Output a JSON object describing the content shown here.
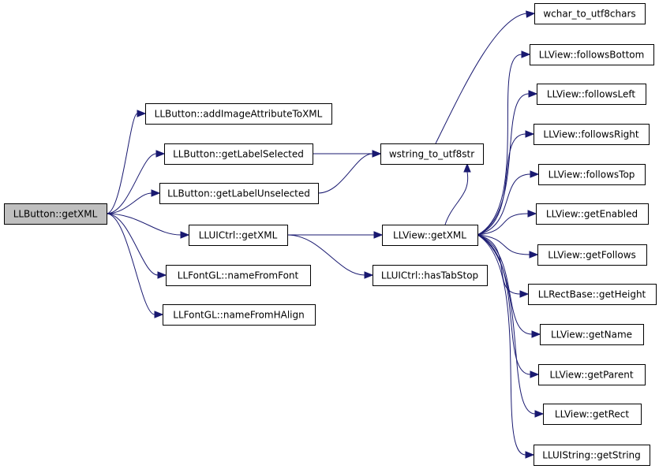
{
  "colors": {
    "root_fill": "#bfbfbf",
    "node_fill": "#ffffff",
    "edge": "#191970"
  },
  "nodes": [
    {
      "id": "n0",
      "label": "LLButton::getXML",
      "root": true
    },
    {
      "id": "n1",
      "label": "LLButton::addImageAttributeToXML"
    },
    {
      "id": "n2",
      "label": "LLButton::getLabelSelected"
    },
    {
      "id": "n3",
      "label": "LLButton::getLabelUnselected"
    },
    {
      "id": "n4",
      "label": "LLUICtrl::getXML"
    },
    {
      "id": "n5",
      "label": "LLFontGL::nameFromFont"
    },
    {
      "id": "n6",
      "label": "LLFontGL::nameFromHAlign"
    },
    {
      "id": "n7",
      "label": "wstring_to_utf8str"
    },
    {
      "id": "n8",
      "label": "LLView::getXML"
    },
    {
      "id": "n9",
      "label": "LLUICtrl::hasTabStop"
    },
    {
      "id": "n10",
      "label": "wchar_to_utf8chars"
    },
    {
      "id": "n11",
      "label": "LLView::followsBottom"
    },
    {
      "id": "n12",
      "label": "LLView::followsLeft"
    },
    {
      "id": "n13",
      "label": "LLView::followsRight"
    },
    {
      "id": "n14",
      "label": "LLView::followsTop"
    },
    {
      "id": "n15",
      "label": "LLView::getEnabled"
    },
    {
      "id": "n16",
      "label": "LLView::getFollows"
    },
    {
      "id": "n17",
      "label": "LLRectBase::getHeight"
    },
    {
      "id": "n18",
      "label": "LLView::getName"
    },
    {
      "id": "n19",
      "label": "LLView::getParent"
    },
    {
      "id": "n20",
      "label": "LLView::getRect"
    },
    {
      "id": "n21",
      "label": "LLUIString::getString"
    }
  ],
  "edges": [
    [
      "n0",
      "n1"
    ],
    [
      "n0",
      "n2"
    ],
    [
      "n0",
      "n3"
    ],
    [
      "n0",
      "n4"
    ],
    [
      "n0",
      "n5"
    ],
    [
      "n0",
      "n6"
    ],
    [
      "n2",
      "n7"
    ],
    [
      "n3",
      "n7"
    ],
    [
      "n4",
      "n8"
    ],
    [
      "n4",
      "n9"
    ],
    [
      "n7",
      "n10"
    ],
    [
      "n8",
      "n11"
    ],
    [
      "n8",
      "n12"
    ],
    [
      "n8",
      "n13"
    ],
    [
      "n8",
      "n14"
    ],
    [
      "n8",
      "n15"
    ],
    [
      "n8",
      "n16"
    ],
    [
      "n8",
      "n17"
    ],
    [
      "n8",
      "n18"
    ],
    [
      "n8",
      "n19"
    ],
    [
      "n8",
      "n20"
    ],
    [
      "n8",
      "n21"
    ],
    [
      "n8",
      "n7"
    ]
  ]
}
